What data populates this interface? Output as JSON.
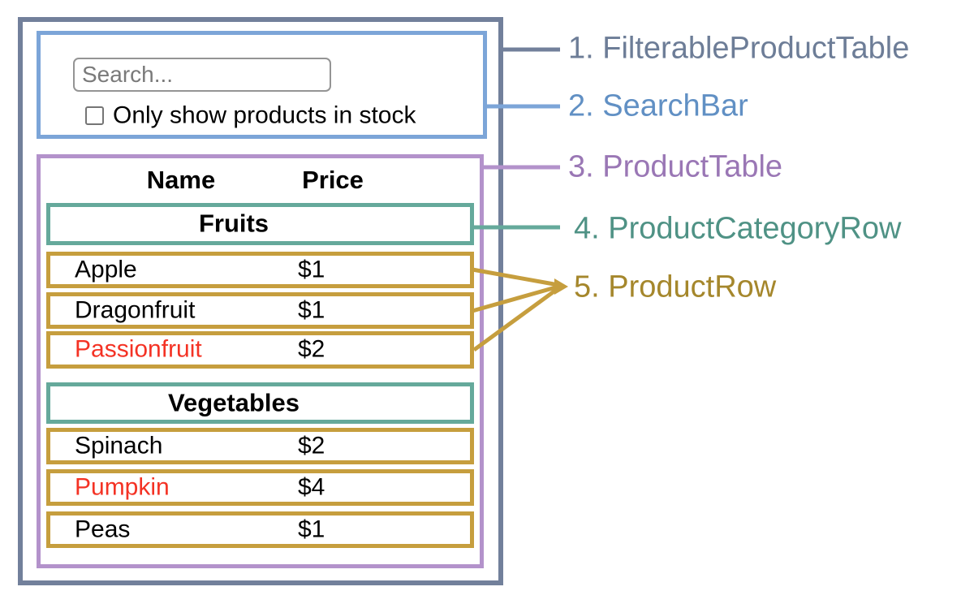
{
  "colors": {
    "outline": "#72809b",
    "outline_text": "#6d7d97",
    "searchbar": "#7ca5d8",
    "searchbar_text": "#6190c4",
    "table": "#b392cb",
    "table_text": "#9a77b5",
    "category": "#65a99b",
    "category_text": "#4f9285",
    "row": "#c69e3e",
    "row_text": "#a5872c",
    "out_of_stock": "#f43224"
  },
  "search_bar": {
    "input_placeholder": "Search...",
    "input_value": "",
    "checkbox_label": "Only show products in stock",
    "checkbox_checked": false
  },
  "product_table": {
    "name_header": "Name",
    "price_header": "Price",
    "sections": [
      {
        "category": "Fruits",
        "rows": [
          {
            "name": "Apple",
            "price": "$1",
            "out_of_stock": false
          },
          {
            "name": "Dragonfruit",
            "price": "$1",
            "out_of_stock": false
          },
          {
            "name": "Passionfruit",
            "price": "$2",
            "out_of_stock": true
          }
        ]
      },
      {
        "category": "Vegetables",
        "rows": [
          {
            "name": "Spinach",
            "price": "$2",
            "out_of_stock": false
          },
          {
            "name": "Pumpkin",
            "price": "$4",
            "out_of_stock": true
          },
          {
            "name": "Peas",
            "price": "$1",
            "out_of_stock": false
          }
        ]
      }
    ]
  },
  "legend": [
    {
      "label": "1. FilterableProductTable"
    },
    {
      "label": "2. SearchBar"
    },
    {
      "label": "3. ProductTable"
    },
    {
      "label": "4. ProductCategoryRow"
    },
    {
      "label": "5. ProductRow"
    }
  ]
}
